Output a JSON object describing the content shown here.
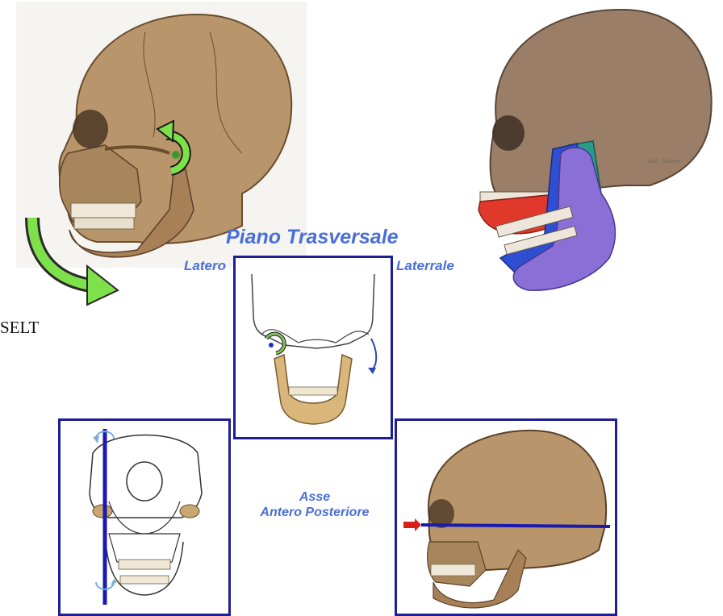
{
  "labels": {
    "title": "Piano Trasversale",
    "left": "Latero",
    "right": "Laterrale",
    "axis_line1": "Asse",
    "axis_line2": "Antero Posteriore",
    "cut_text": "SELT"
  },
  "illustrations": {
    "top_left": "skull-lateral-with-rotation-arrows",
    "top_right": "skull-lateral-colored-mandible",
    "center": "mandible-transverse-view",
    "bottom_left": "skull-frontal-rotation-axis",
    "bottom_right": "skull-lateral-anteroposterior-axis"
  },
  "colors": {
    "label_blue": "#4a6fd8",
    "frame_navy": "#1e1e96",
    "arrow_green": "#7ee04a",
    "bone": "#b89a6a",
    "mandible_purple": "#8a6fd6",
    "red": "#e0392b",
    "teal": "#2a9a8a",
    "axis_red_arrow": "#d8201a"
  }
}
